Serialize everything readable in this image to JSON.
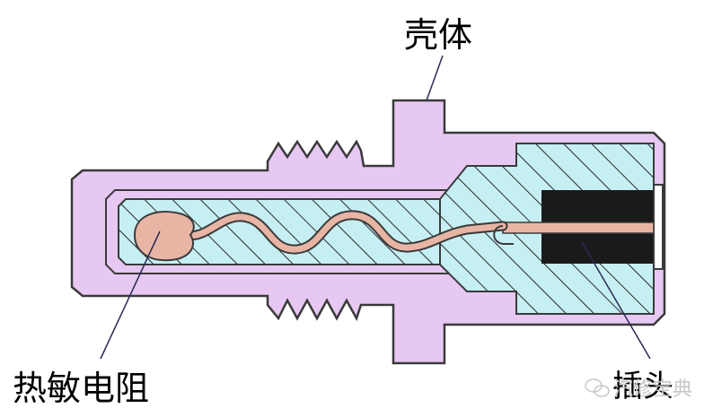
{
  "labels": {
    "housing": "壳体",
    "thermistor": "热敏电阻",
    "plug": "插头"
  },
  "watermark": {
    "text": "汽修宝典",
    "icon": "wechat-icon"
  },
  "colors": {
    "housing_fill": "#e6c8f2",
    "housing_stroke": "#3a3a3a",
    "filler_fill": "#c5eff3",
    "hatch": "#2a2a2a",
    "element_fill": "#e8b5a5",
    "plug_fill": "#1a1a1a",
    "leader": "#2a2a55",
    "text": "#000000"
  }
}
